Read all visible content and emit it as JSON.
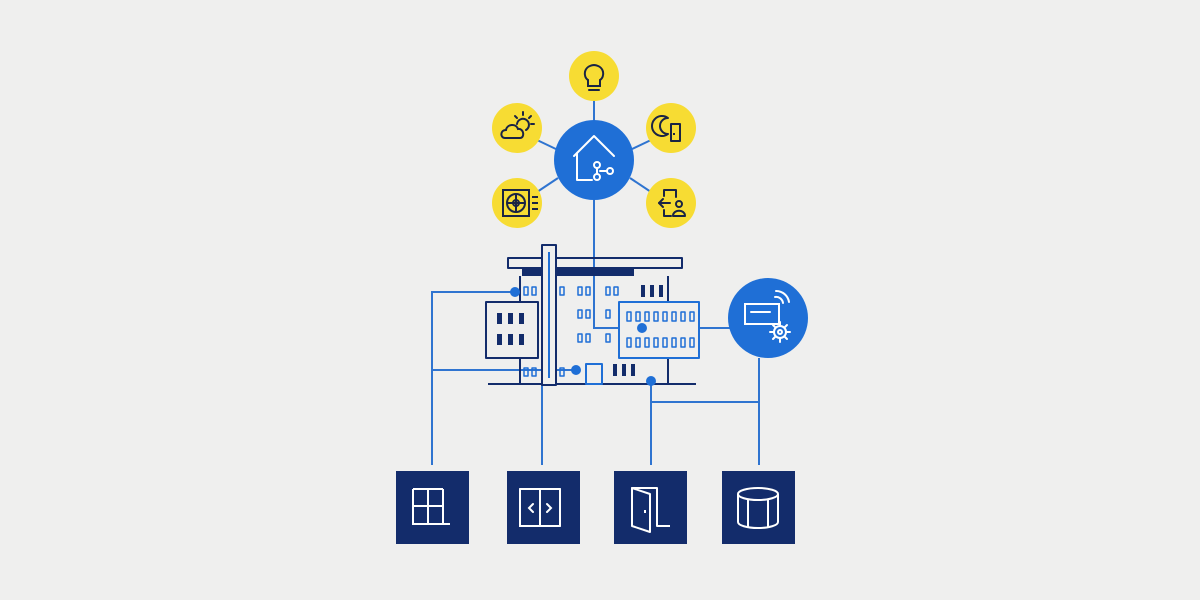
{
  "colors": {
    "background": "#efefee",
    "accent_blue": "#1f6fd6",
    "navy": "#132c6b",
    "yellow": "#f7dc33",
    "icon_ink": "#1a2444",
    "line": "#2f74d0"
  },
  "hub": {
    "icon": "smart-home-hub-icon"
  },
  "satellites": [
    {
      "id": "lighting",
      "icon": "lightbulb-icon"
    },
    {
      "id": "weather",
      "icon": "weather-cloud-sun-icon"
    },
    {
      "id": "night-access",
      "icon": "moon-door-icon"
    },
    {
      "id": "ventilation",
      "icon": "fan-unit-icon"
    },
    {
      "id": "check-in",
      "icon": "person-door-icon"
    }
  ],
  "controller": {
    "icon": "wireless-controller-gear-icon"
  },
  "building": {
    "icon": "building-icon"
  },
  "endpoints": [
    {
      "id": "window",
      "icon": "window-icon"
    },
    {
      "id": "sliding-door",
      "icon": "sliding-door-icon"
    },
    {
      "id": "swing-door",
      "icon": "open-door-icon"
    },
    {
      "id": "revolving-door",
      "icon": "revolving-door-icon"
    }
  ]
}
